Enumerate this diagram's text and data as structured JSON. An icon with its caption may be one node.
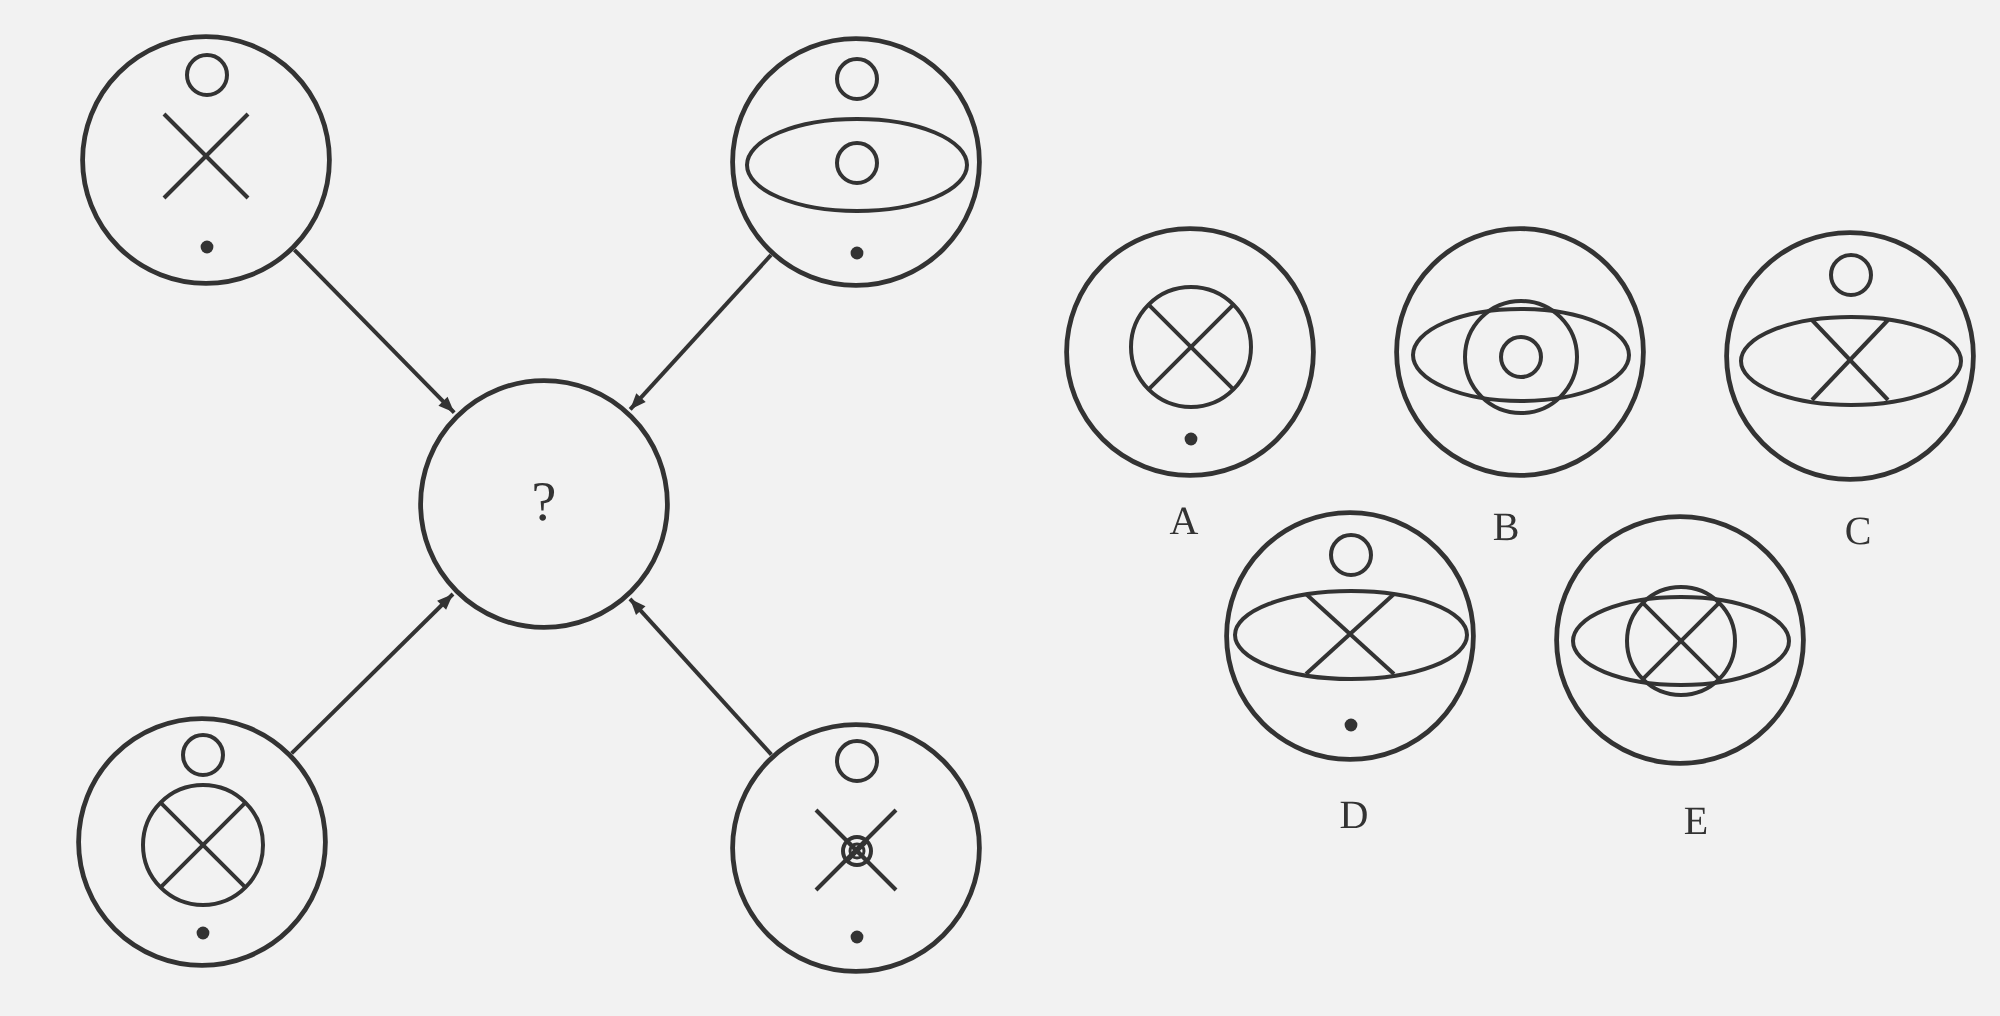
{
  "diagram": {
    "nodes": [
      {
        "text": [],
        "shape": "circle"
      },
      {
        "text": [],
        "shape": "circle"
      },
      {
        "text": [
          "?"
        ]
      },
      {
        "text": [],
        "shape": "circle"
      },
      {
        "text": [],
        "shape": "circle"
      },
      {
        "text": [],
        "shape": "circle",
        "beside": [
          "A"
        ]
      },
      {
        "text": [],
        "shape": "circle",
        "beside": [
          "B"
        ]
      },
      {
        "text": [],
        "shape": "circle",
        "beside": [
          "C"
        ]
      },
      {
        "text": [],
        "shape": "circle",
        "beside": [
          "D"
        ]
      },
      {
        "text": [],
        "shape": "circle",
        "beside": [
          "E"
        ]
      }
    ],
    "edges": [
      {
        "from": 0,
        "to": 2,
        "arrow": "to"
      },
      {
        "from": 1,
        "to": 2,
        "arrow": "to"
      },
      {
        "from": 3,
        "to": 2,
        "arrow": "to"
      },
      {
        "from": 4,
        "to": 2,
        "arrow": "to"
      }
    ]
  }
}
